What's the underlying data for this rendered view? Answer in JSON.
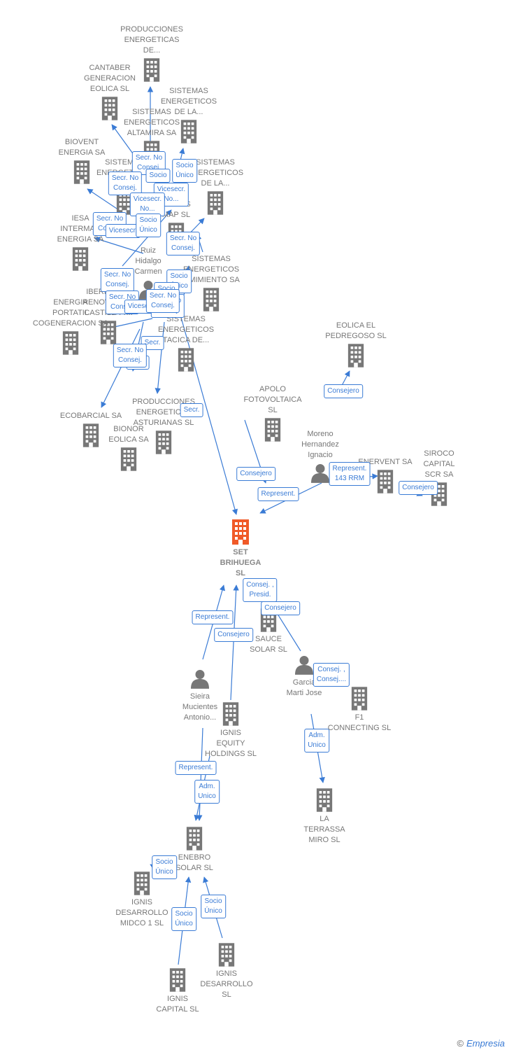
{
  "colors": {
    "edge": "#3a7bd5",
    "company": "#777777",
    "person": "#777777",
    "center": "#f05a28"
  },
  "center_company": "SET\nBRIHUEGA\nSL",
  "companies": [
    {
      "id": "c1",
      "label": "PRODUCCIONES\nENERGETICAS\nDE..."
    },
    {
      "id": "c2",
      "label": "CANTABER\nGENERACION\nEOLICA SL"
    },
    {
      "id": "c3",
      "label": "SISTEMAS\nENERGETICOS\nDE LA..."
    },
    {
      "id": "c4",
      "label": "SISTEMAS\nENERGETICOS\nALTAMIRA SA"
    },
    {
      "id": "c5",
      "label": "BIOVENT\nENERGIA SA"
    },
    {
      "id": "c6",
      "label": "SISTEMAS\nENERGETICOS\nDE LA..."
    },
    {
      "id": "c7",
      "label": "SISTEMAS\nENERGETICOS\nDE..."
    },
    {
      "id": "c8",
      "label": "...\nTABLES\nMAP SL"
    },
    {
      "id": "c9",
      "label": "IESA\nINTERMAR\nENERGIA SA"
    },
    {
      "id": "c10",
      "label": "SISTEMAS\nENERGETICOS\n...MIMIENTO SA"
    },
    {
      "id": "c11",
      "label": "ENERGIA\nPORTATIL\nCOGENERACION SA"
    },
    {
      "id": "c12",
      "label": "IBERDROLA\nRENOVABLES\nCASTILLA Y..."
    },
    {
      "id": "c13",
      "label": "SISTEMAS\nENERGETICOS\nTACICA DE..."
    },
    {
      "id": "c14",
      "label": "ECOBARCIAL SA"
    },
    {
      "id": "c15",
      "label": "PRODUCCIONES\nENERGETICAS\nASTURIANAS SL"
    },
    {
      "id": "c16",
      "label": "BIONOR\nEOLICA SA"
    },
    {
      "id": "c17",
      "label": "APOLO\nFOTOVOLTAICA\nSL"
    },
    {
      "id": "c18",
      "label": "EOLICA EL\nPEDREGOSO SL"
    },
    {
      "id": "c19",
      "label": "ENERVENT SA"
    },
    {
      "id": "c20",
      "label": "SIROCO\nCAPITAL\nSCR SA"
    },
    {
      "id": "c21",
      "label": "SAUCE\nSOLAR SL"
    },
    {
      "id": "c22",
      "label": "F1\nCONNECTING SL"
    },
    {
      "id": "c23",
      "label": "IGNIS\nEQUITY\nHOLDINGS SL"
    },
    {
      "id": "c24",
      "label": "LA\nTERRASSA\nMIRO SL"
    },
    {
      "id": "c25",
      "label": "ENEBRO\nSOLAR SL"
    },
    {
      "id": "c26",
      "label": "IGNIS\nDESARROLLO\nMIDCO 1 SL"
    },
    {
      "id": "c27",
      "label": "IGNIS\nDESARROLLO\nSL"
    },
    {
      "id": "c28",
      "label": "IGNIS\nCAPITAL SL"
    }
  ],
  "people": [
    {
      "id": "p1",
      "label": "Ruiz\nHidalgo\nCarmen"
    },
    {
      "id": "p2",
      "label": "Moreno\nHernandez\nIgnacio"
    },
    {
      "id": "p3",
      "label": "Sieira\nMucientes\nAntonio..."
    },
    {
      "id": "p4",
      "label": "Garcia\nMarti Jose"
    }
  ],
  "edge_labels": [
    "Secr. No\nConsej.",
    "Socio\nÚnico",
    "Secr. No\nConsej.",
    "Socio",
    "Vicesecr.\nNo...",
    "Vicesecr.\nNo...",
    "Secr. No\nConsej.",
    "Vicesecr.",
    "Socio\nÚnico",
    "Secr. No\nConsej.",
    "Socio\nÚnico",
    "Secr. No\nConsej.",
    "Socio\nÚnico",
    "Secr. No\nConsej.",
    "Vicesecr.",
    "Secr.",
    "Secr.",
    "Secr. No\nConsej.",
    "Secr.",
    "Secr. No\nConsej.",
    "Secr. No\nConsej.",
    "Consejero",
    "Represent.",
    "Consejero",
    "Represent.\n143 RRM",
    "Consejero",
    "Consej. ,\nPresid.",
    "Consejero",
    "Represent.",
    "Consejero",
    "Consej. ,\nConsej....",
    "Adm.\nUnico",
    "Represent.",
    "Adm.\nUnico",
    "Socio\nÚnico",
    "Socio\nÚnico",
    "Socio\nÚnico"
  ],
  "footer": {
    "copyright": "©",
    "brand": "Empresia"
  }
}
